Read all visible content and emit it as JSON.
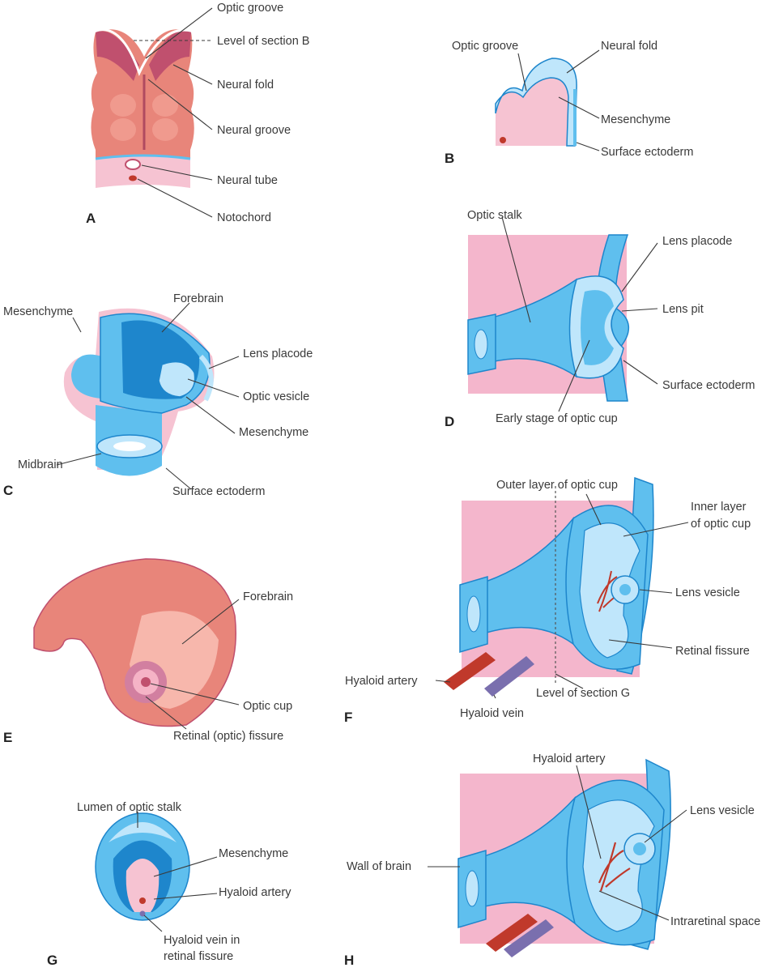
{
  "colors": {
    "pink": "#f4b6cc",
    "light_blue": "#bfe6fb",
    "mid_blue": "#5fbfee",
    "dark_blue": "#1e86cc",
    "salmon": "#e8857a",
    "artery_red": "#c0392b",
    "vein_purple": "#7a6fae"
  },
  "panels": {
    "A": {
      "letter": "A",
      "labels": {
        "optic_groove": "Optic groove",
        "level_section_b": "Level of section B",
        "neural_fold": "Neural fold",
        "neural_groove": "Neural groove",
        "neural_tube": "Neural tube",
        "notochord": "Notochord"
      }
    },
    "B": {
      "letter": "B",
      "labels": {
        "optic_groove": "Optic groove",
        "neural_fold": "Neural fold",
        "mesenchyme": "Mesenchyme",
        "surface_ectoderm": "Surface ectoderm"
      }
    },
    "C": {
      "letter": "C",
      "labels": {
        "mesenchyme_left": "Mesenchyme",
        "forebrain": "Forebrain",
        "lens_placode": "Lens placode",
        "optic_vesicle": "Optic vesicle",
        "mesenchyme_right": "Mesenchyme",
        "midbrain": "Midbrain",
        "surface_ectoderm": "Surface ectoderm"
      }
    },
    "D": {
      "letter": "D",
      "labels": {
        "optic_stalk": "Optic stalk",
        "lens_placode": "Lens placode",
        "lens_pit": "Lens pit",
        "surface_ectoderm": "Surface ectoderm",
        "early_optic_cup": "Early stage of optic cup"
      }
    },
    "E": {
      "letter": "E",
      "labels": {
        "forebrain": "Forebrain",
        "optic_cup": "Optic cup",
        "retinal_fissure": "Retinal (optic) fissure"
      }
    },
    "F": {
      "letter": "F",
      "labels": {
        "outer_layer": "Outer layer of optic cup",
        "inner_layer_1": "Inner layer",
        "inner_layer_2": "of optic cup",
        "lens_vesicle": "Lens vesicle",
        "retinal_fissure": "Retinal fissure",
        "hyaloid_artery": "Hyaloid artery",
        "level_section_g": "Level of section G",
        "hyaloid_vein": "Hyaloid vein"
      }
    },
    "G": {
      "letter": "G",
      "labels": {
        "lumen": "Lumen of optic stalk",
        "mesenchyme": "Mesenchyme",
        "hyaloid_artery": "Hyaloid artery",
        "hyaloid_vein_1": "Hyaloid vein in",
        "hyaloid_vein_2": "retinal fissure"
      }
    },
    "H": {
      "letter": "H",
      "labels": {
        "hyaloid_artery": "Hyaloid artery",
        "lens_vesicle": "Lens vesicle",
        "wall_of_brain": "Wall of brain",
        "intraretinal_space": "Intraretinal space"
      }
    }
  }
}
